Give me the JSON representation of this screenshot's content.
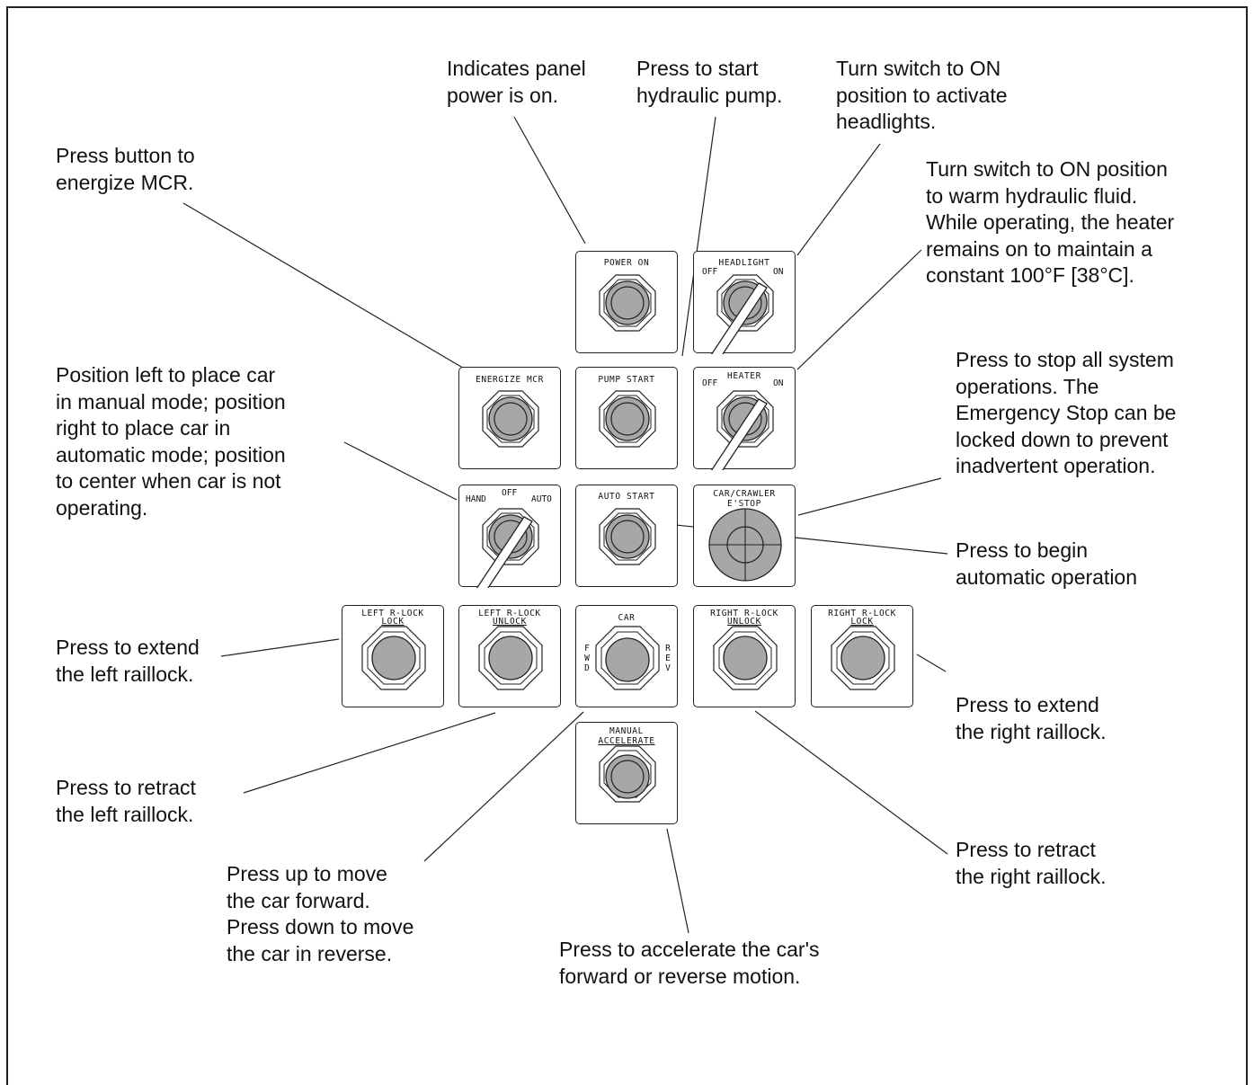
{
  "callouts": {
    "power_on": "Indicates panel\npower is on.",
    "pump_start": "Press to start\nhydraulic pump.",
    "headlight": "Turn switch to ON\nposition to activate\nheadlights.",
    "energize": "Press button to\nenergize MCR.",
    "heater": "Turn switch to ON position\nto warm hydraulic fluid.\nWhile operating, the heater\nremains on to maintain a\nconstant 100°F [38°C].",
    "hand_auto": "Position left to place car\nin manual mode; position\nright to place car in\nautomatic mode; position\nto center when car is not\noperating.",
    "estop": "Press to stop all system\noperations. The\nEmergency Stop can be\nlocked down to prevent\ninadvertent operation.",
    "auto_start": "Press to begin\nautomatic operation",
    "left_lock": "Press to extend\nthe left raillock.",
    "right_lock": "Press to extend\nthe right raillock.",
    "left_unlock": "Press to retract\nthe left raillock.",
    "right_unlock": "Press to retract\nthe right raillock.",
    "car": "Press up to move\nthe car forward.\nPress down to move\nthe car in reverse.",
    "accelerate": "Press to accelerate the car's\nforward or reverse motion."
  },
  "panels": {
    "power_on": "POWER ON",
    "headlight": "HEADLIGHT",
    "headlight_off": "OFF",
    "headlight_on": "ON",
    "energize_mcr": "ENERGIZE MCR",
    "pump_start": "PUMP START",
    "heater": "HEATER",
    "heater_off": "OFF",
    "heater_on": "ON",
    "hand": "HAND",
    "off": "OFF",
    "auto": "AUTO",
    "auto_start": "AUTO START",
    "estop_1": "CAR/CRAWLER",
    "estop_2": "E'STOP",
    "left_lock_1": "LEFT R-LOCK",
    "left_lock_2": "LOCK",
    "left_unlock_1": "LEFT R-LOCK",
    "left_unlock_2": "UNLOCK",
    "car": "CAR",
    "fwd": "FWD",
    "rev": "REV",
    "right_unlock_1": "RIGHT R-LOCK",
    "right_unlock_2": "UNLOCK",
    "right_lock_1": "RIGHT R-LOCK",
    "right_lock_2": "LOCK",
    "manual_1": "MANUAL",
    "manual_2": "ACCELERATE"
  },
  "colors": {
    "button_gray": "#a7a7a7",
    "line": "#222222"
  }
}
